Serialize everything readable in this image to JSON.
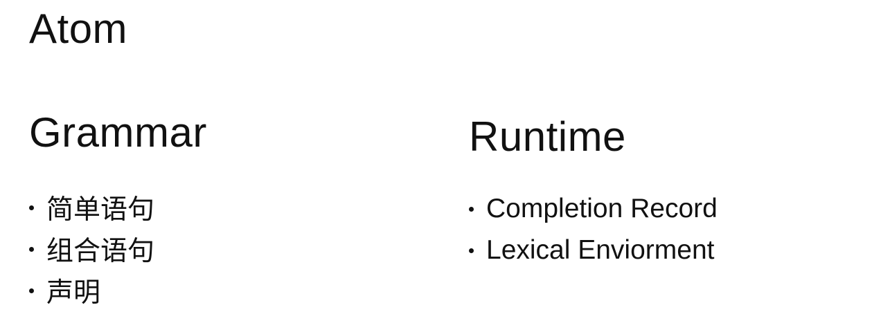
{
  "title": "Atom",
  "grammar": {
    "heading": "Grammar",
    "items": [
      "简单语句",
      "组合语句",
      "声明"
    ]
  },
  "runtime": {
    "heading": "Runtime",
    "items": [
      "Completion Record",
      "Lexical Enviorment"
    ]
  }
}
